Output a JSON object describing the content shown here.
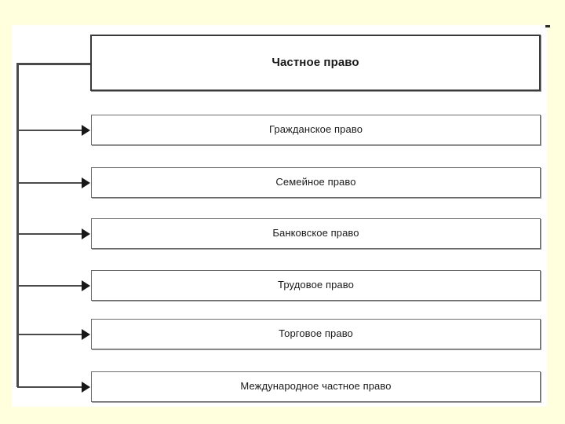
{
  "slide": {
    "background_color": "#ffffdd",
    "panel_color": "#ffffff",
    "stroke_color": "#4a4a4a",
    "text_color": "#1a1a1a"
  },
  "diagram": {
    "type": "hierarchy-tree",
    "orientation": "vertical-trunk-right-branches",
    "root": {
      "label": "Частное право",
      "bold": true
    },
    "children": [
      {
        "label": "Гражданское право"
      },
      {
        "label": "Семейное право"
      },
      {
        "label": "Банковское право"
      },
      {
        "label": "Трудовое право"
      },
      {
        "label": "Торговое право"
      },
      {
        "label": "Международное частное право"
      }
    ]
  }
}
